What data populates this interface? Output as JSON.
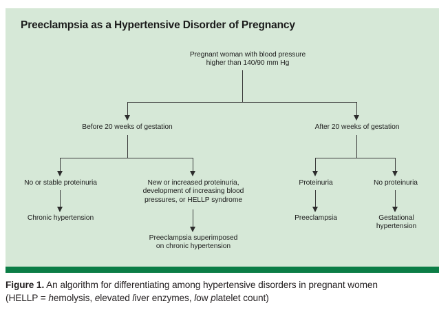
{
  "figure": {
    "title": "Preeclampsia as a Hypertensive Disorder of Pregnancy",
    "caption_lead": "Figure 1.",
    "caption_line1_rest": " An algorithm for differentiating among hypertensive disorders in pregnant women",
    "caption_line2_prefix": "(HELLP = ",
    "caption_h": "h",
    "caption_emolysis": "emolysis, ",
    "caption_e": "e",
    "caption_levated": "levated ",
    "caption_l": "l",
    "caption_iver": "iver enzymes, ",
    "caption_l2": "l",
    "caption_ow": "ow ",
    "caption_p": "p",
    "caption_latelet": "latelet count)"
  },
  "colors": {
    "panel_background": "#d6e8d7",
    "divider": "#0c7d46",
    "text": "#1c1c1c",
    "connector": "#3a3a3a",
    "page_background": "#ffffff"
  },
  "chart_data": {
    "type": "diagram",
    "title": "Preeclampsia as a Hypertensive Disorder of Pregnancy",
    "diagram_kind": "flowchart",
    "nodes": [
      {
        "id": "root",
        "label": "Pregnant woman with blood pressure\nhigher than 140/90 mm Hg",
        "level": 0
      },
      {
        "id": "before20",
        "label": "Before 20 weeks of gestation",
        "level": 1
      },
      {
        "id": "after20",
        "label": "After 20 weeks of gestation",
        "level": 1
      },
      {
        "id": "no-stable-proteinuria",
        "label": "No or stable proteinuria",
        "level": 2
      },
      {
        "id": "new-increased-proteinuria",
        "label": "New or increased proteinuria,\ndevelopment of increasing blood\npressures, or HELLP syndrome",
        "level": 2
      },
      {
        "id": "proteinuria",
        "label": "Proteinuria",
        "level": 2
      },
      {
        "id": "no-proteinuria",
        "label": "No proteinuria",
        "level": 2
      },
      {
        "id": "chronic-hypertension",
        "label": "Chronic hypertension",
        "level": 3
      },
      {
        "id": "preeclampsia-superimposed",
        "label": "Preeclampsia superimposed\non chronic hypertension",
        "level": 3
      },
      {
        "id": "preeclampsia",
        "label": "Preeclampsia",
        "level": 3
      },
      {
        "id": "gestational-hypertension",
        "label": "Gestational\nhypertension",
        "level": 3
      }
    ],
    "edges": [
      {
        "from": "root",
        "to": "before20"
      },
      {
        "from": "root",
        "to": "after20"
      },
      {
        "from": "before20",
        "to": "no-stable-proteinuria"
      },
      {
        "from": "before20",
        "to": "new-increased-proteinuria"
      },
      {
        "from": "after20",
        "to": "proteinuria"
      },
      {
        "from": "after20",
        "to": "no-proteinuria"
      },
      {
        "from": "no-stable-proteinuria",
        "to": "chronic-hypertension"
      },
      {
        "from": "new-increased-proteinuria",
        "to": "preeclampsia-superimposed"
      },
      {
        "from": "proteinuria",
        "to": "preeclampsia"
      },
      {
        "from": "no-proteinuria",
        "to": "gestational-hypertension"
      }
    ]
  }
}
